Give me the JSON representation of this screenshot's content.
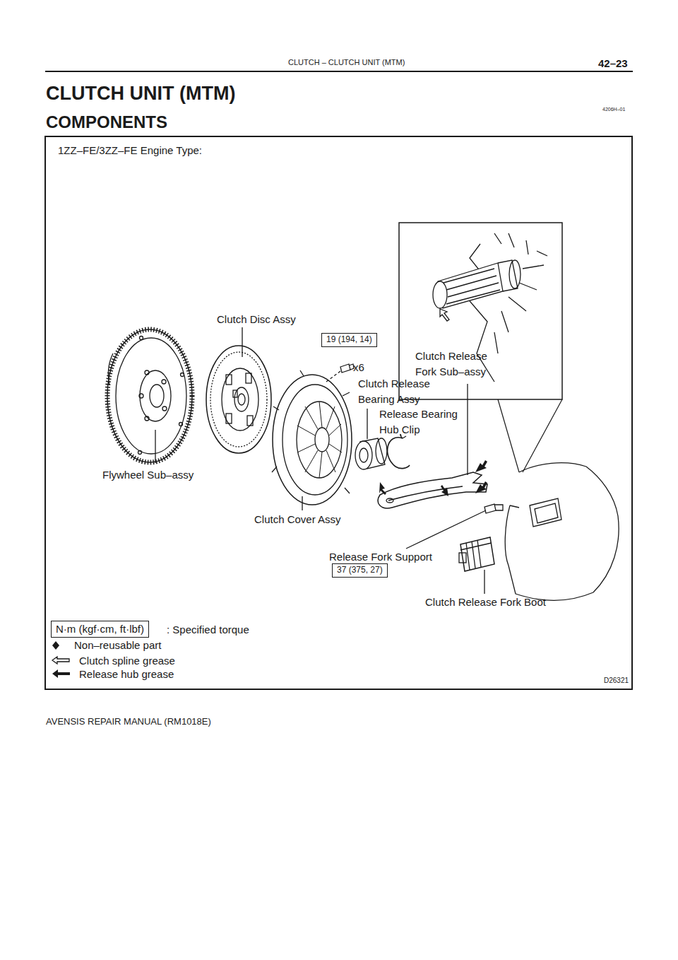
{
  "diagram": {
    "title": "CLUTCH UNIT (MTM)",
    "nodes": [
      {
        "text": [
          "19 (194, 14)"
        ]
      },
      {
        "text": [
          "37 (375, 27)"
        ]
      },
      {
        "text": [
          "N·m (kgf·cm, ft·lbf)"
        ]
      }
    ],
    "labels": [
      "CLUTCH – CLUTCH UNIT (MTM)",
      "42–23",
      "4206H–01",
      "COMPONENTS",
      "1ZZ–FE/3ZZ–FE Engine Type:",
      "Clutch Disc Assy",
      "x6",
      "Clutch Release Fork Sub–assy",
      "Clutch Release Bearing Assy",
      "Release Bearing Hub Clip",
      "Flywheel Sub–assy",
      "Clutch Cover Assy",
      "Release Fork Support",
      "Clutch Release Fork Boot",
      ": Specified torque",
      "D26321",
      "AVENSIS REPAIR MANUAL (RM1018E)"
    ],
    "legend": [
      {
        "text": "Non–reusable part"
      },
      {
        "text": "Clutch spline grease"
      },
      {
        "text": "Release hub grease"
      }
    ]
  }
}
